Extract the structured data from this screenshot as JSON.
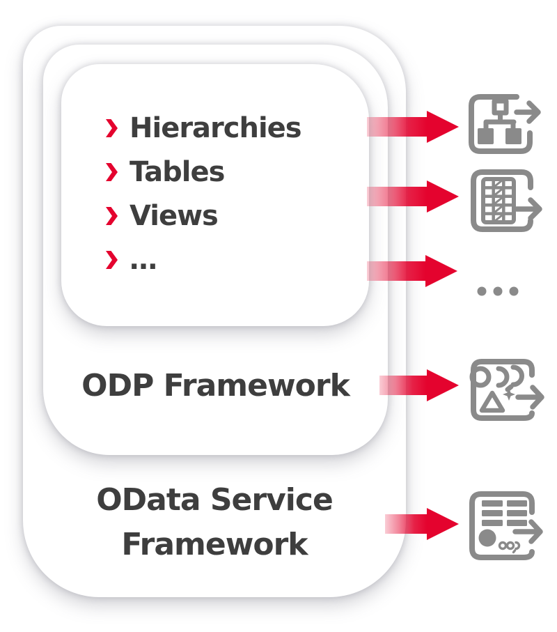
{
  "palette": {
    "accent_red": "#e4032e",
    "arrow_fade_pink": "#f6b6c2",
    "text_dark": "#3e3e3e",
    "icon_gray": "#8a8a8a",
    "card_bg": "#ffffff"
  },
  "inner_card": {
    "items": [
      {
        "label": "Hierarchies"
      },
      {
        "label": "Tables"
      },
      {
        "label": "Views"
      },
      {
        "label": "…"
      }
    ]
  },
  "middle_card": {
    "label": "ODP Framework"
  },
  "outer_card": {
    "label_line1": "OData Service",
    "label_line2": "Framework"
  },
  "icons": [
    {
      "name": "hierarchy-export-icon"
    },
    {
      "name": "table-export-icon"
    },
    {
      "name": "ellipsis-dots-icon"
    },
    {
      "name": "odp-export-icon"
    },
    {
      "name": "odata-document-export-icon"
    }
  ]
}
